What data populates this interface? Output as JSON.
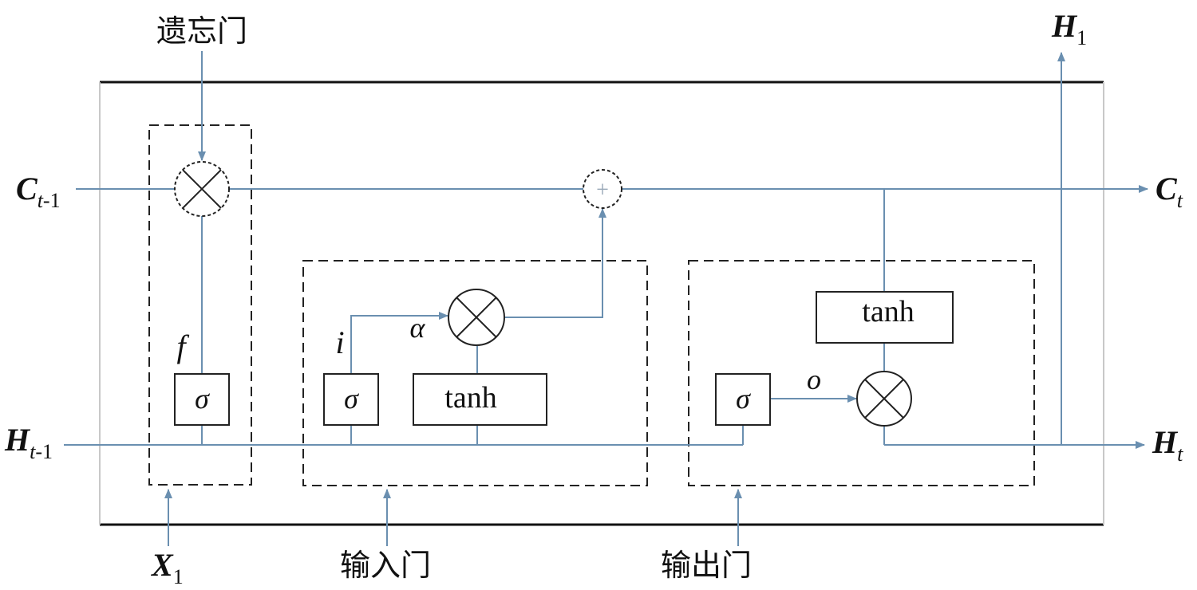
{
  "labels": {
    "forget_gate": "遗忘门",
    "input_gate": "输入门",
    "output_gate": "输出门"
  },
  "vars": {
    "c_prev": {
      "main": "C",
      "sub": "t",
      "sub2": "-1"
    },
    "c_next": {
      "main": "C",
      "sub": "t"
    },
    "h_prev": {
      "main": "H",
      "sub": "t",
      "sub2": "-1"
    },
    "h_next": {
      "main": "H",
      "sub": "t"
    },
    "h_one": {
      "main": "H",
      "sub": "1"
    },
    "x_one": {
      "main": "X",
      "sub": "1"
    }
  },
  "symbols": {
    "f": "f",
    "i": "i",
    "alpha": "α",
    "o": "o",
    "sigma": "σ",
    "tanh": "tanh",
    "plus": "+"
  }
}
